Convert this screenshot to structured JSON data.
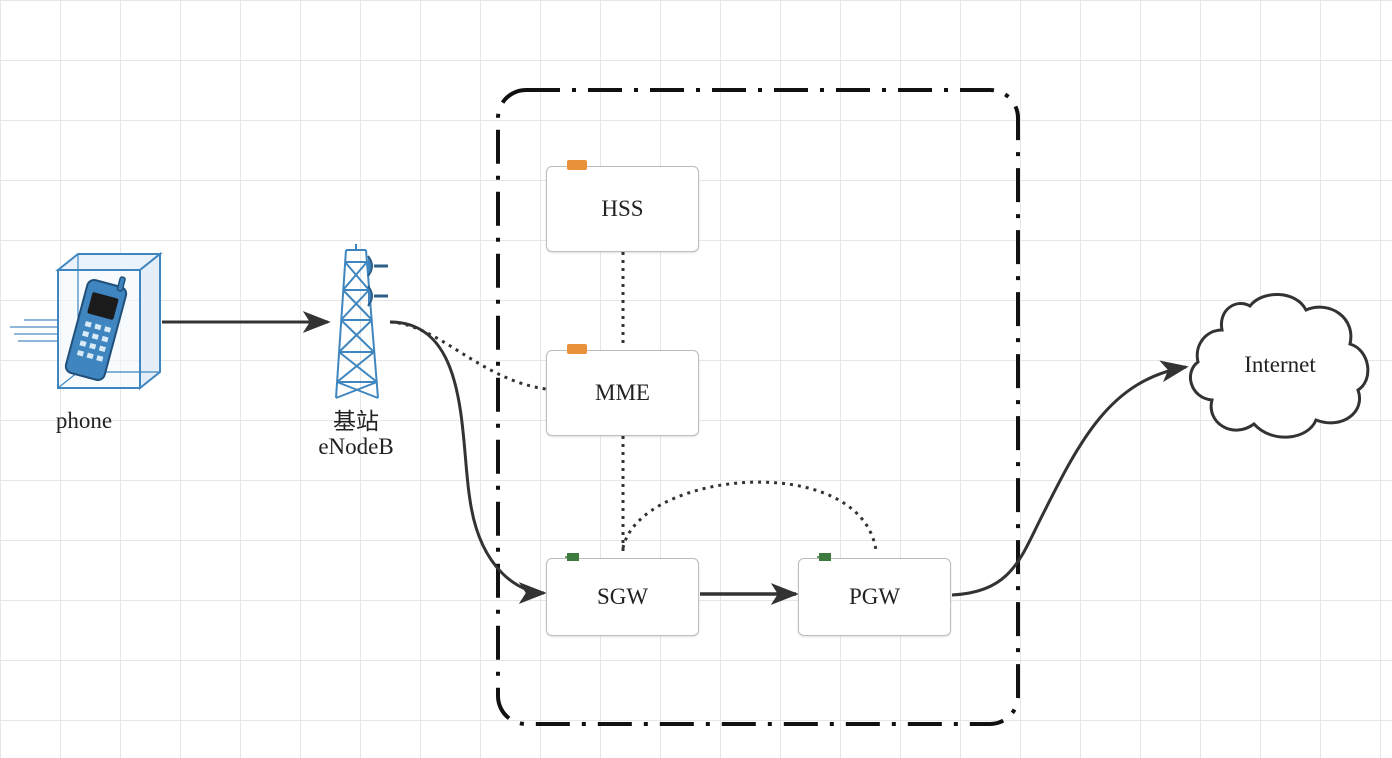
{
  "nodes": {
    "phone": {
      "label": "phone"
    },
    "enodeb": {
      "label_line1": "基站",
      "label_line2": "eNodeB"
    },
    "hss": {
      "label": "HSS"
    },
    "mme": {
      "label": "MME"
    },
    "sgw": {
      "label": "SGW"
    },
    "pgw": {
      "label": "PGW"
    },
    "internet": {
      "label": "Internet"
    }
  },
  "edges": [
    {
      "from": "phone",
      "to": "enodeb",
      "style": "solid",
      "arrow": true
    },
    {
      "from": "enodeb",
      "to": "sgw",
      "style": "solid",
      "arrow": true
    },
    {
      "from": "enodeb",
      "to": "mme",
      "style": "dotted",
      "arrow": false
    },
    {
      "from": "hss",
      "to": "mme",
      "style": "dotted",
      "arrow": false
    },
    {
      "from": "mme",
      "to": "sgw",
      "style": "dotted",
      "arrow": false
    },
    {
      "from": "sgw",
      "to": "pgw",
      "style": "dotted",
      "arrow": false
    },
    {
      "from": "sgw",
      "to": "pgw",
      "style": "solid",
      "arrow": true
    },
    {
      "from": "pgw",
      "to": "internet",
      "style": "solid",
      "arrow": true
    }
  ],
  "colors": {
    "line": "#333333",
    "device_blue": "#3f86c0",
    "tag_orange": "#e8913a",
    "tag_green": "#3d7a3d",
    "grid": "#e6e6e6"
  },
  "icons": {
    "phone": "mobile-phone-icon",
    "enodeb": "cell-tower-icon",
    "internet": "cloud-icon"
  }
}
